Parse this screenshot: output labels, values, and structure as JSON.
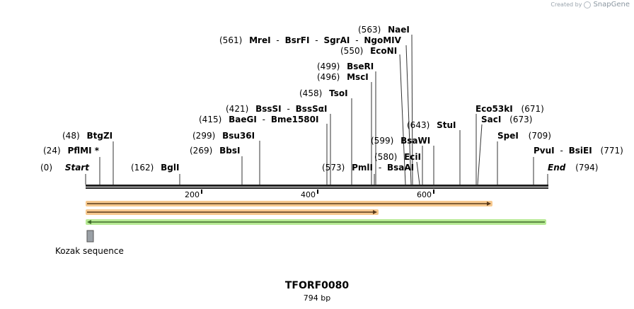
{
  "watermark": {
    "prefix": "Created by",
    "brand": "SnapGene"
  },
  "sequence": {
    "name": "TFORF0080",
    "length_label": "794 bp",
    "length": 794
  },
  "ruler": {
    "ticks": [
      {
        "value": 200,
        "label": "200"
      },
      {
        "value": 400,
        "label": "400"
      },
      {
        "value": 600,
        "label": "600"
      }
    ]
  },
  "ends": {
    "start": {
      "pos": "(0)",
      "name": "Start"
    },
    "end": {
      "pos": "(794)",
      "name": "End"
    }
  },
  "enzymes": [
    {
      "pos": "(24)",
      "name": "PflMI *",
      "site": 24
    },
    {
      "pos": "(48)",
      "name": "BtgZI",
      "site": 48
    },
    {
      "pos": "(162)",
      "name": "BglI",
      "site": 162
    },
    {
      "pos": "(269)",
      "name": "BbsI",
      "site": 269
    },
    {
      "pos": "(299)",
      "name": "Bsu36I",
      "site": 299
    },
    {
      "pos": "(415)",
      "name": "BaeGI",
      "name2": "Bme1580I",
      "site": 415
    },
    {
      "pos": "(421)",
      "name": "BssSI",
      "name2": "BssSαI",
      "site": 421
    },
    {
      "pos": "(458)",
      "name": "TsoI",
      "site": 458
    },
    {
      "pos": "(496)",
      "name": "MscI",
      "site": 496
    },
    {
      "pos": "(499)",
      "name": "BseRI",
      "site": 499
    },
    {
      "pos": "(550)",
      "name": "EcoNI",
      "site": 550
    },
    {
      "pos": "(561)",
      "name": "MreI",
      "name2": "BsrFI",
      "name3": "SgrAI",
      "name4": "NgoMIV",
      "site": 561
    },
    {
      "pos": "(563)",
      "name": "NaeI",
      "site": 563
    },
    {
      "pos": "(573)",
      "name": "PmlI",
      "name2": "BsaAI",
      "site": 573
    },
    {
      "pos": "(580)",
      "name": "EciI",
      "site": 580
    },
    {
      "pos": "(599)",
      "name": "BsaWI",
      "site": 599
    },
    {
      "pos": "(643)",
      "name": "StuI",
      "site": 643
    },
    {
      "pos": "(671)",
      "name": "Eco53kI",
      "site": 671
    },
    {
      "pos": "(673)",
      "name": "SacI",
      "site": 673
    },
    {
      "pos": "(709)",
      "name": "SpeI",
      "site": 709
    },
    {
      "pos": "(771)",
      "name": "PvuI",
      "name2": "BsiEI",
      "site": 771
    }
  ],
  "features": [
    {
      "type": "orf",
      "direction": "forward",
      "start": 0,
      "end": 700,
      "color": "#e8a33c"
    },
    {
      "type": "orf",
      "direction": "forward",
      "start": 0,
      "end": 500,
      "color": "#e8a33c"
    },
    {
      "type": "orf",
      "direction": "reverse",
      "start": 0,
      "end": 794,
      "color": "#7ed957"
    },
    {
      "type": "misc",
      "name": "Kozak sequence",
      "start": 0,
      "end": 10,
      "color": "#9aa0a6"
    }
  ],
  "colors": {
    "backbone": "#222222",
    "orf_fill": "#f5e6a8",
    "orf_glow": "#f4a460",
    "green": "#9be07a"
  }
}
